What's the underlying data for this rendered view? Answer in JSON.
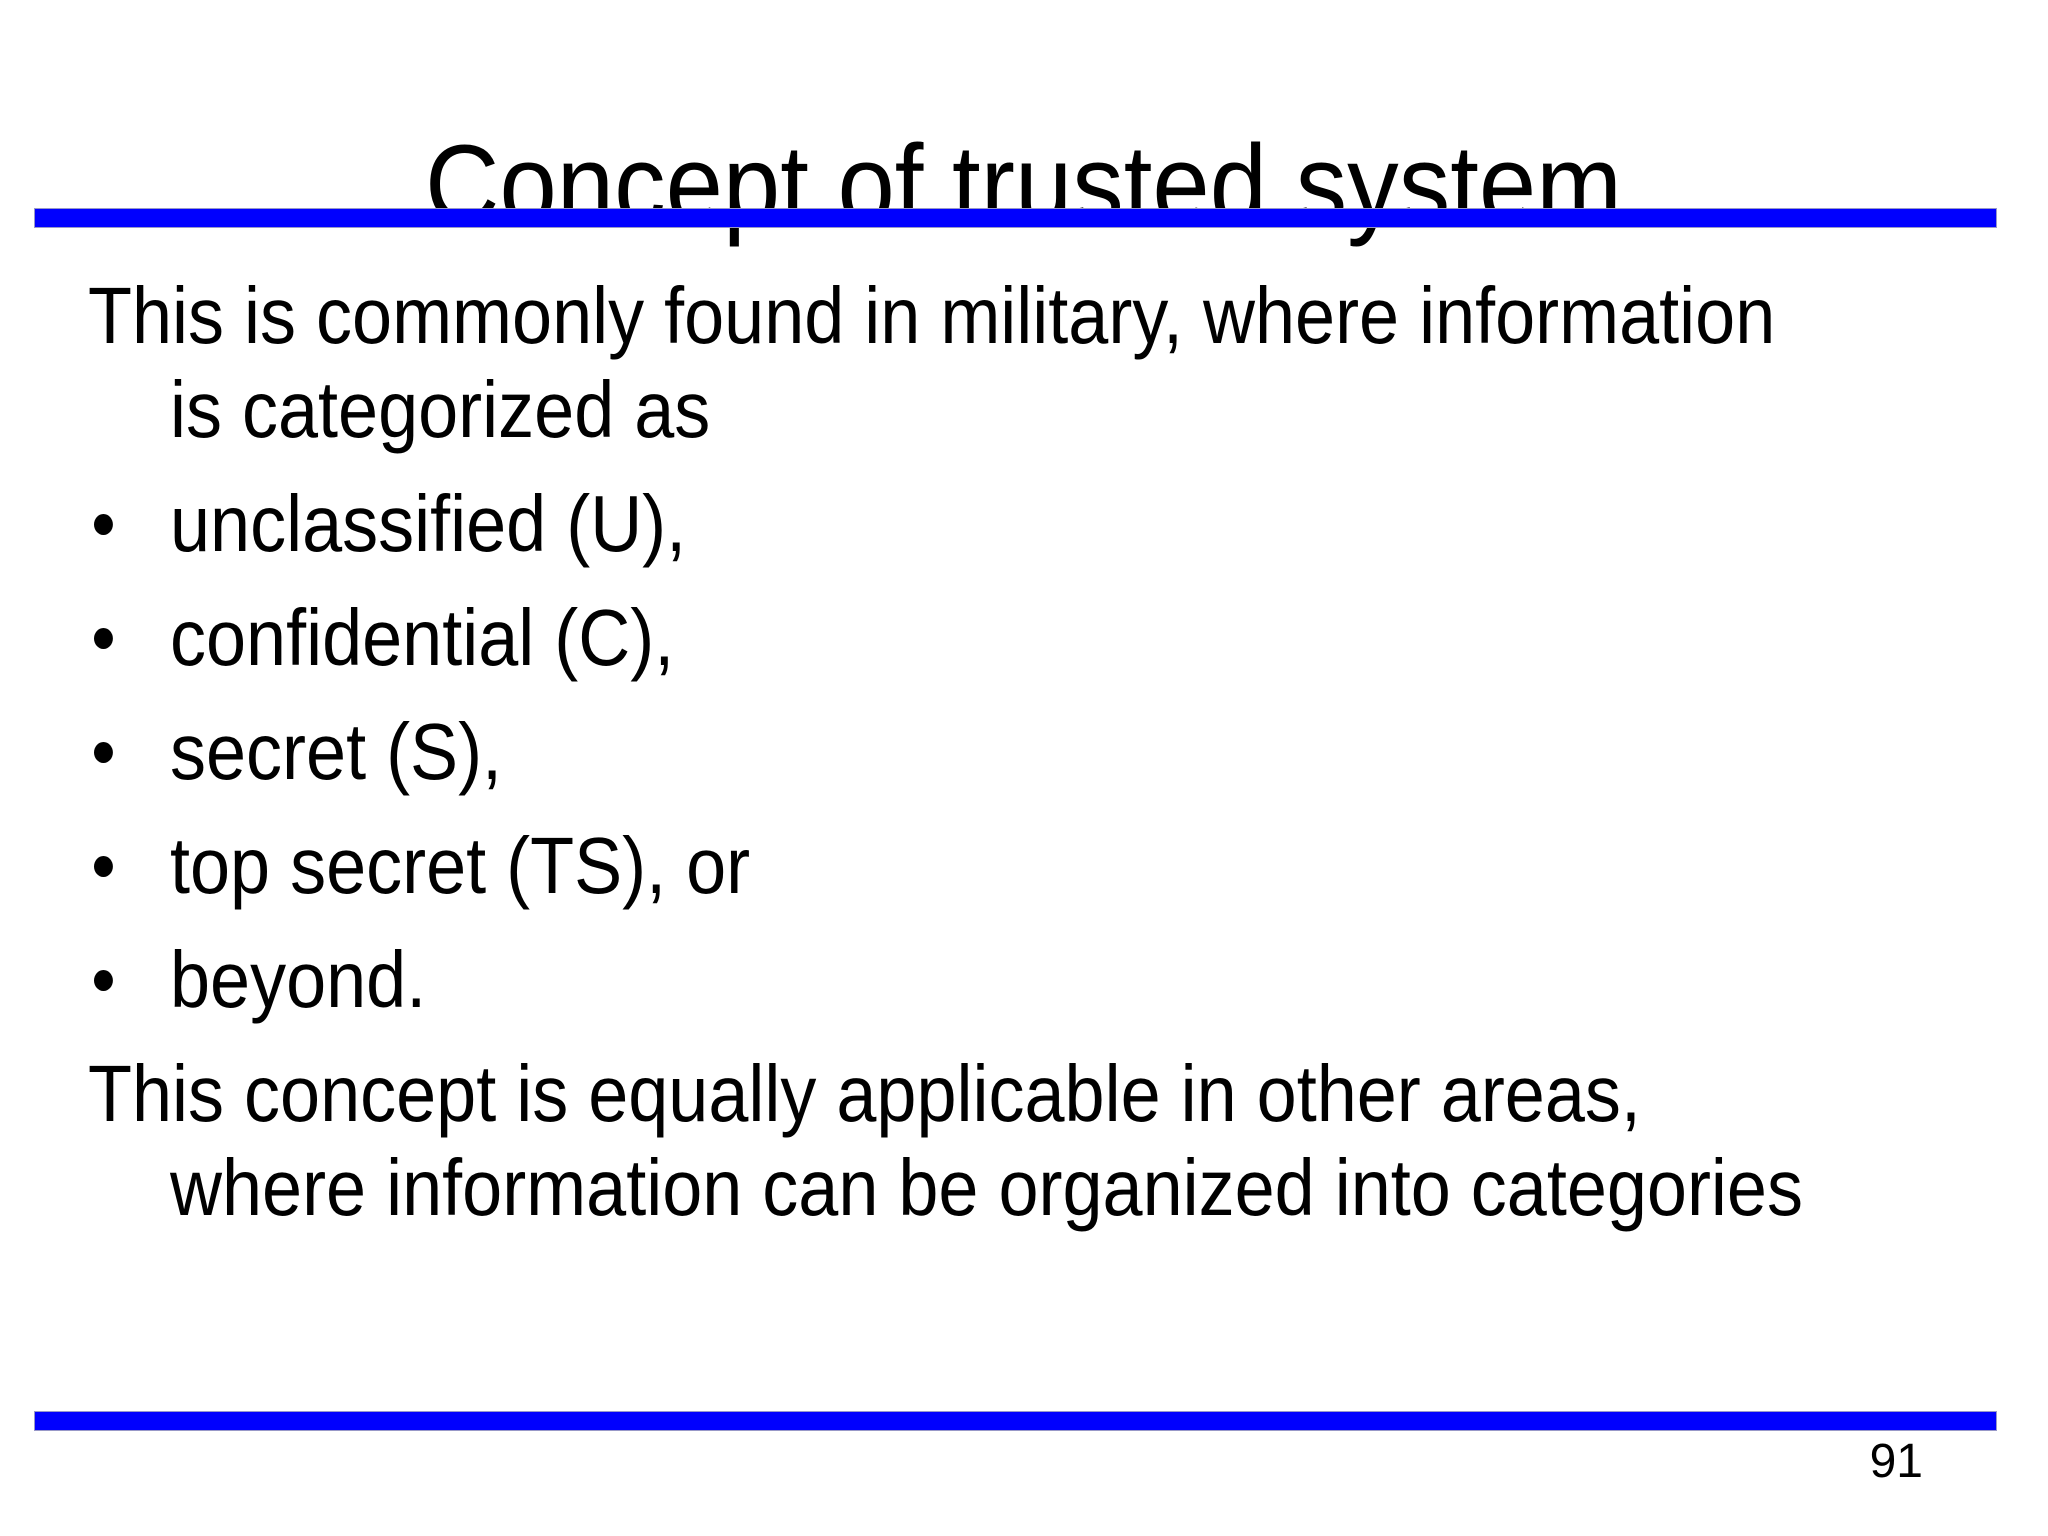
{
  "slide": {
    "title": "Concept of trusted system",
    "intro": {
      "lines": [
        "This is commonly found in military, where information",
        "is categorized as"
      ]
    },
    "bullets": [
      "unclassified (U),",
      "confidential (C),",
      "secret (S),",
      "top secret (TS), or",
      "beyond."
    ],
    "closing": {
      "lines": [
        "This concept is equally applicable in other areas,",
        "where information can be organized into categories"
      ]
    },
    "page_number": "91",
    "colors": {
      "rule": "#0000FE",
      "text": "#000000",
      "background": "#FFFFFF"
    }
  }
}
